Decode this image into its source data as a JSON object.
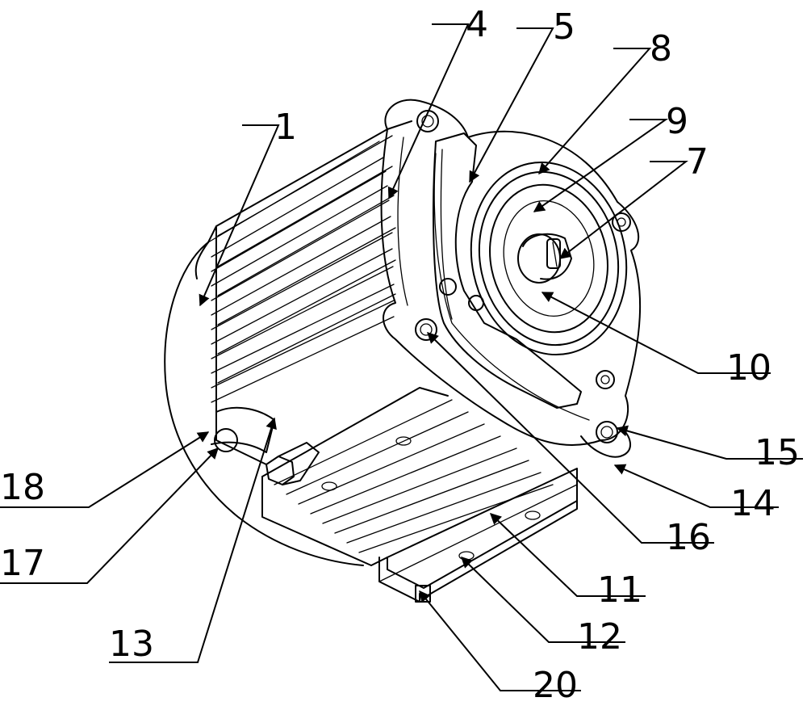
{
  "labels": {
    "l1": "1",
    "l4": "4",
    "l5": "5",
    "l8": "8",
    "l9": "9",
    "l7": "7",
    "l10": "10",
    "l15": "15",
    "l14": "14",
    "l16": "16",
    "l11": "11",
    "l12": "12",
    "l20": "20",
    "l13": "13",
    "l17": "17",
    "l18": "18"
  }
}
